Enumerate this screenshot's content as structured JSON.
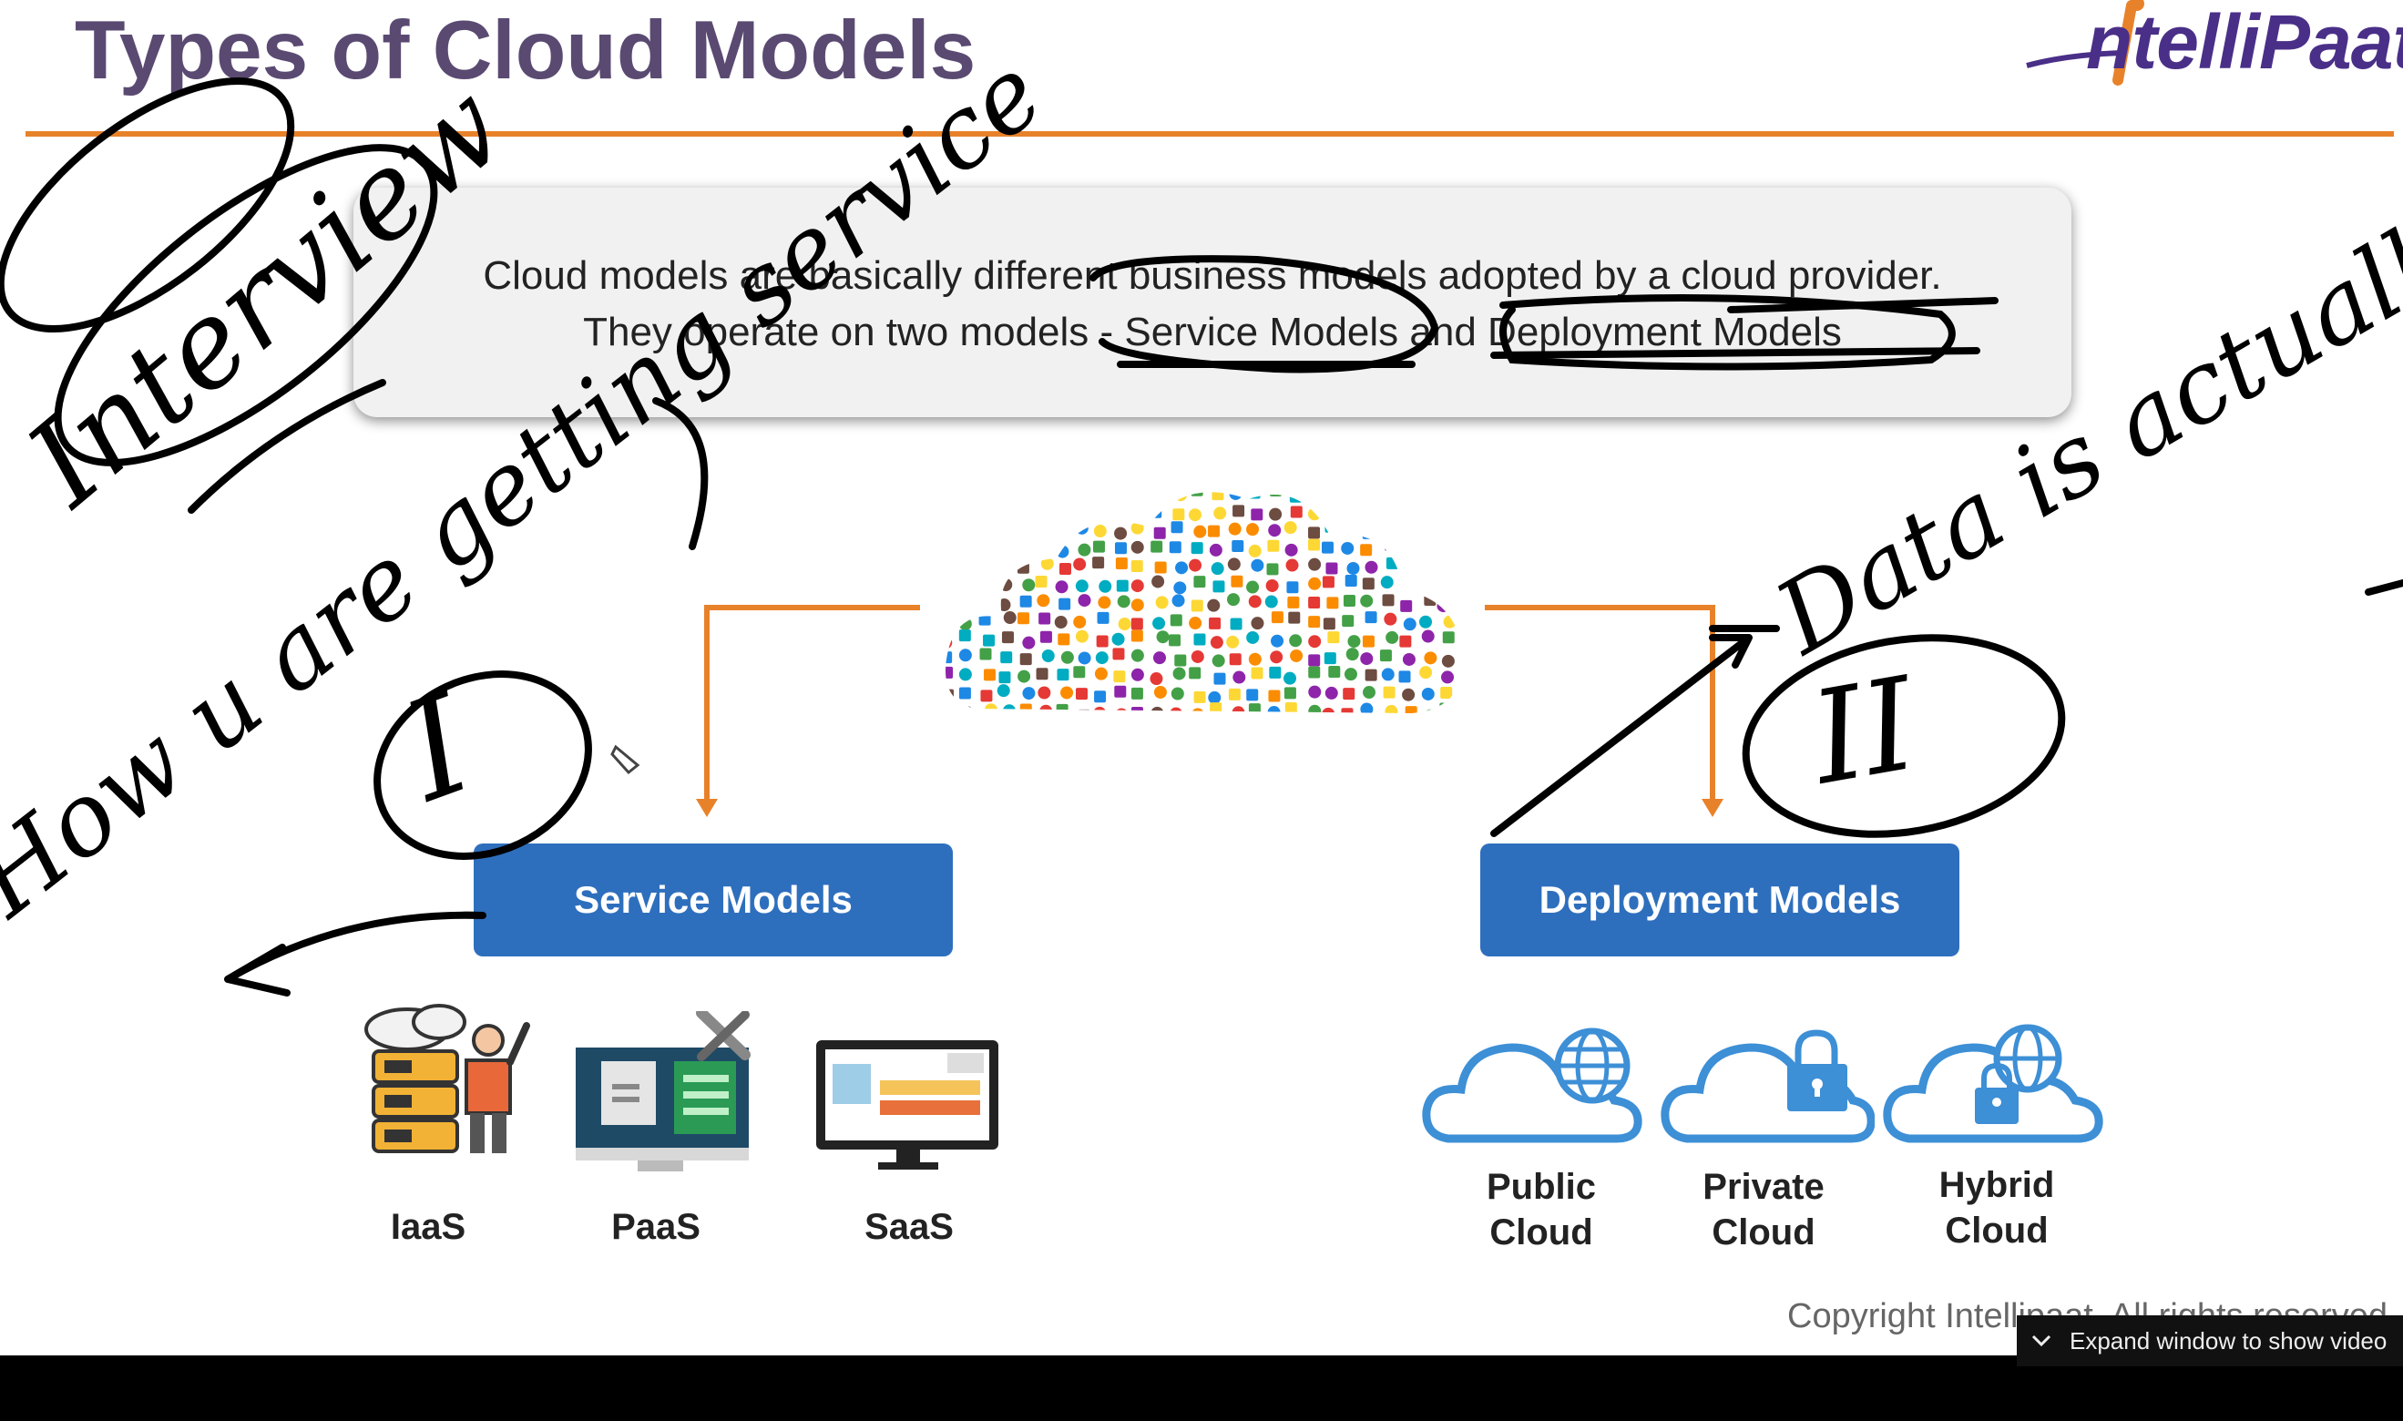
{
  "slide": {
    "title": "Types of Cloud Models",
    "logo_text": "ntelliPaat",
    "description_line_1": "Cloud models are basically different business models adopted by a cloud provider.",
    "description_line_2": "They operate on two models - Service Models and Deployment Models",
    "service_models_label": "Service Models",
    "deployment_models_label": "Deployment Models",
    "service_items": [
      {
        "label": "IaaS",
        "icon": "server-person-icon"
      },
      {
        "label": "PaaS",
        "icon": "dev-tools-screen-icon"
      },
      {
        "label": "SaaS",
        "icon": "web-app-monitor-icon"
      }
    ],
    "deployment_items": [
      {
        "label_1": "Public",
        "label_2": "Cloud",
        "icon": "cloud-globe-icon"
      },
      {
        "label_1": "Private",
        "label_2": "Cloud",
        "icon": "cloud-lock-icon"
      },
      {
        "label_1": "Hybrid",
        "label_2": "Cloud",
        "icon": "cloud-globe-lock-icon"
      }
    ],
    "footer": "Copyright Intellipaat. All rights reserved."
  },
  "annotations": {
    "interview": "Interview",
    "how_getting_service": "How u are getting service",
    "numeral_1": "I",
    "numeral_2": "II",
    "data_stored": "Data is actually stored/ Deployed"
  },
  "video_overlay": {
    "label": "Expand window to show video"
  },
  "colors": {
    "title": "#5a4a72",
    "accent_orange": "#e8822a",
    "button_blue": "#2e6fbd",
    "icon_blue": "#3d8fd6",
    "ink": "#000000"
  }
}
